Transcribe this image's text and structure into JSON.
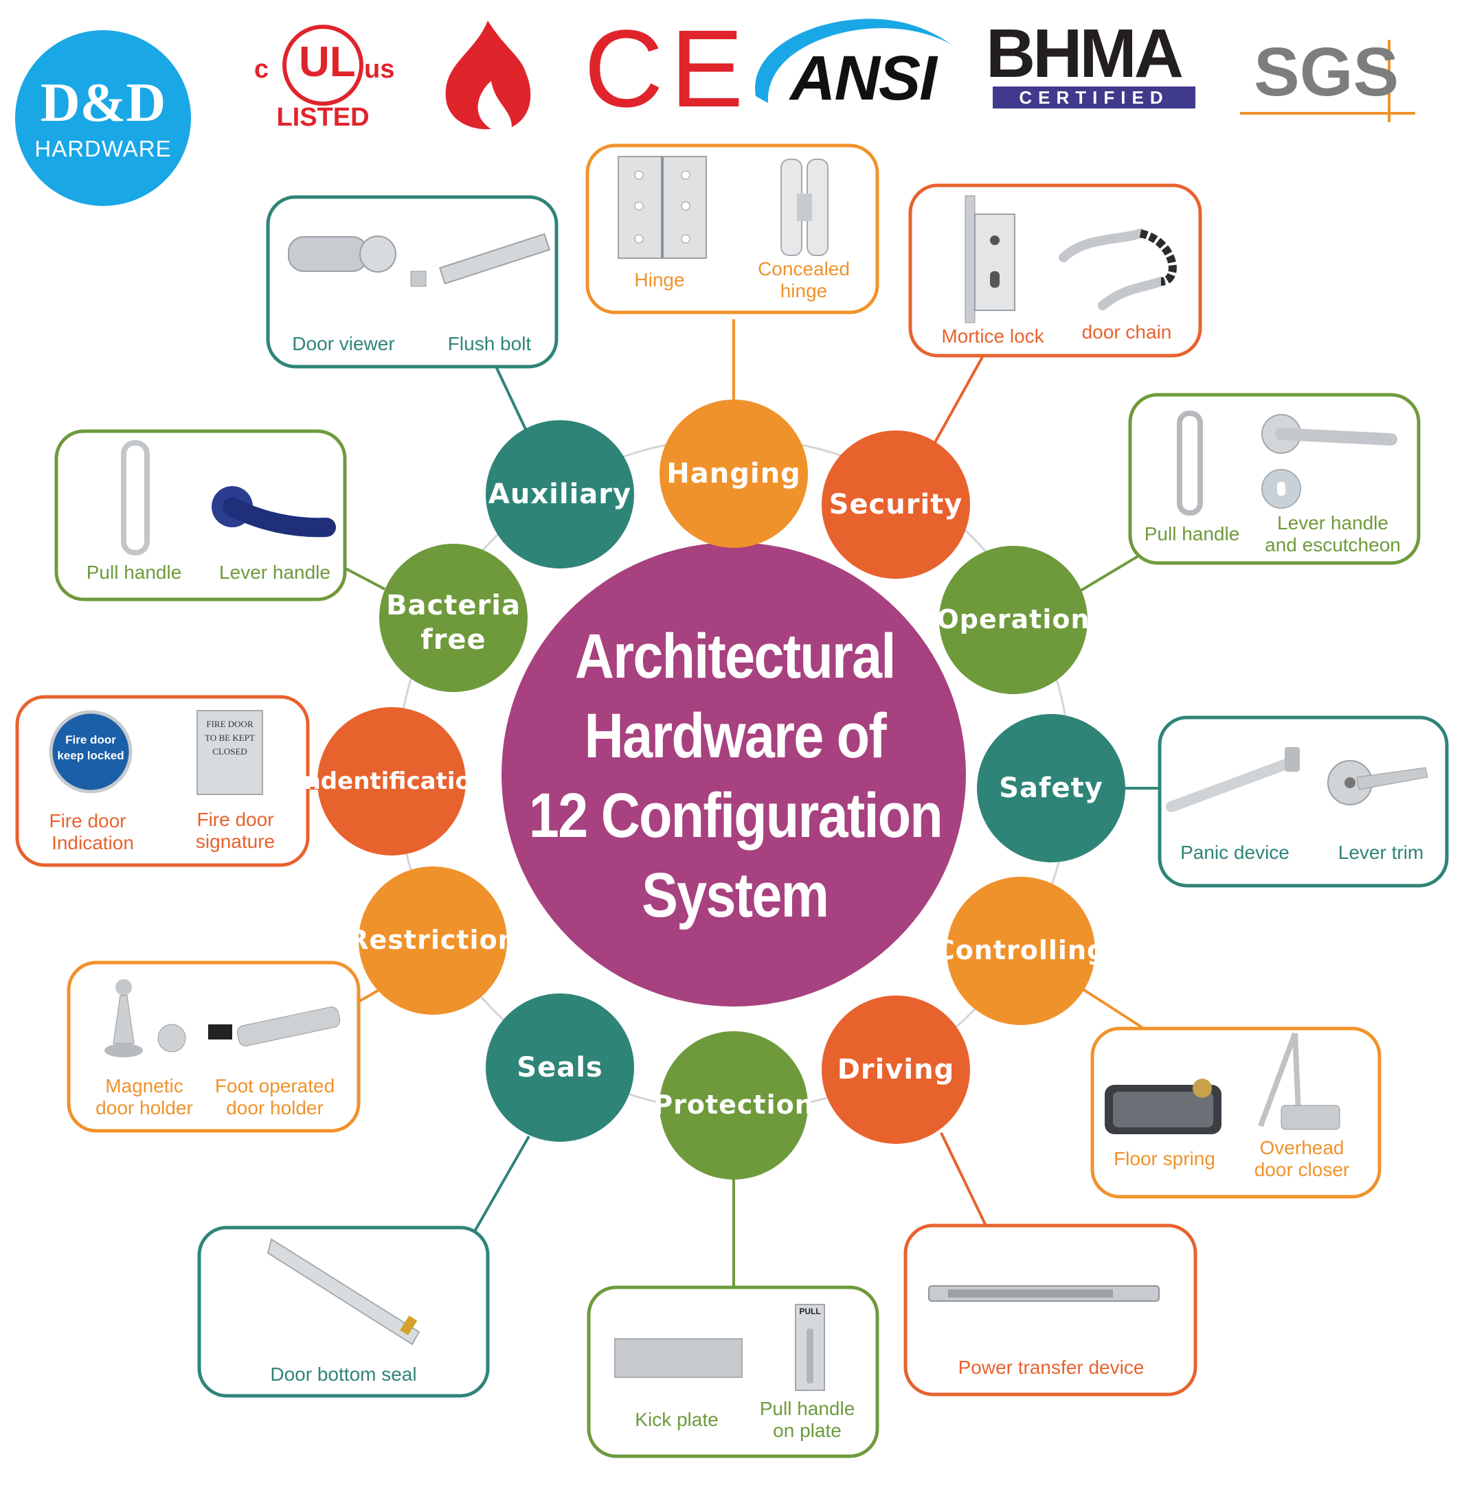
{
  "logos": {
    "brand_main": "D&D",
    "brand_sub": "HARDWARE",
    "ul_c": "c",
    "ul_mark": "UL",
    "ul_us": "us",
    "ul_listed": "LISTED",
    "ce": "CE",
    "ansi": "ANSI",
    "bhma": "BHMA",
    "bhma_sub": "CERTIFIED",
    "sgs": "SGS"
  },
  "center": {
    "lines": [
      "Architectural",
      "Hardware of",
      "12 Configuration",
      "System"
    ]
  },
  "categories": {
    "hanging": "Hanging",
    "security": "Security",
    "operation": "Operation",
    "safety": "Safety",
    "controlling": "Controlling",
    "driving": "Driving",
    "protection": "Protection",
    "seals": "Seals",
    "restriction": "Restriction",
    "identification": "Indentification",
    "bacteria_l1": "Bacteria",
    "bacteria_l2": "free",
    "auxiliary": "Auxiliary"
  },
  "products": {
    "hinge": "Hinge",
    "concealed_l1": "Concealed",
    "concealed_l2": "hinge",
    "mortice_lock": "Mortice lock",
    "door_chain": "door chain",
    "pull_handle_op": "Pull handle",
    "lever_esc_l1": "Lever handle",
    "lever_esc_l2": "and escutcheon",
    "panic_device": "Panic device",
    "lever_trim": "Lever trim",
    "floor_spring": "Floor spring",
    "overhead_l1": "Overhead",
    "overhead_l2": "door closer",
    "power_transfer": "Power transfer device",
    "kick_plate": "Kick plate",
    "pull_plate_l1": "Pull handle",
    "pull_plate_l2": "on plate",
    "door_bottom_seal": "Door bottom seal",
    "magnetic_l1": "Magnetic",
    "magnetic_l2": "door holder",
    "foot_l1": "Foot operated",
    "foot_l2": "door holder",
    "fire_ind_l1": "Fire door",
    "fire_ind_l2": "Indication",
    "fire_sig_l1": "Fire door",
    "fire_sig_l2": "signature",
    "pull_handle_bf": "Pull handle",
    "lever_handle_bf": "Lever handle",
    "door_viewer": "Door viewer",
    "flush_bolt": "Flush bolt"
  },
  "signs": {
    "keep_locked_l1": "Fire door",
    "keep_locked_l2": "keep locked",
    "sig_l1": "FIRE DOOR",
    "sig_l2": "TO BE KEPT",
    "sig_l3": "CLOSED",
    "pull": "PULL"
  },
  "colors": {
    "orange": "#f0922b",
    "red_orange": "#e8622e",
    "green": "#6e9a3c",
    "teal": "#2f8478",
    "magenta": "#a8417f",
    "brand_blue": "#1aa7e6",
    "fire_red": "#e0242c",
    "bhma_purple": "#3f3a8c"
  }
}
